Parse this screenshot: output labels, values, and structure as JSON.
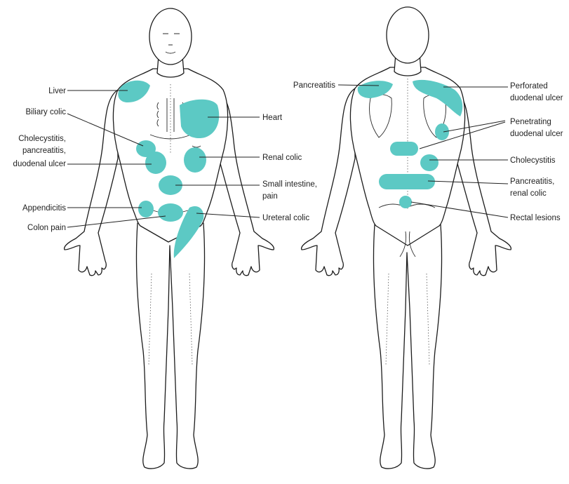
{
  "colors": {
    "pain_area": "#5cc9c4",
    "outline": "#1c1c1c",
    "background": "#ffffff"
  },
  "front_labels": {
    "liver": "Liver",
    "biliary_colic": "Biliary colic",
    "cholecystitis_1": "Cholecystitis,",
    "cholecystitis_2": "pancreatitis,",
    "cholecystitis_3": "duodenal ulcer",
    "appendicitis": "Appendicitis",
    "colon_pain": "Colon pain",
    "heart": "Heart",
    "renal_colic": "Renal colic",
    "small_intestine_1": "Small intestine,",
    "small_intestine_2": "pain",
    "ureteral_colic": "Ureteral colic"
  },
  "back_labels": {
    "pancreatitis": "Pancreatitis",
    "perforated_1": "Perforated",
    "perforated_2": "duodenal ulcer",
    "penetrating_1": "Penetrating",
    "penetrating_2": "duodenal ulcer",
    "cholecystitis": "Cholecystitis",
    "pancreatitis_renal_1": "Pancreatitis,",
    "pancreatitis_renal_2": "renal colic",
    "rectal_lesions": "Rectal lesions"
  }
}
